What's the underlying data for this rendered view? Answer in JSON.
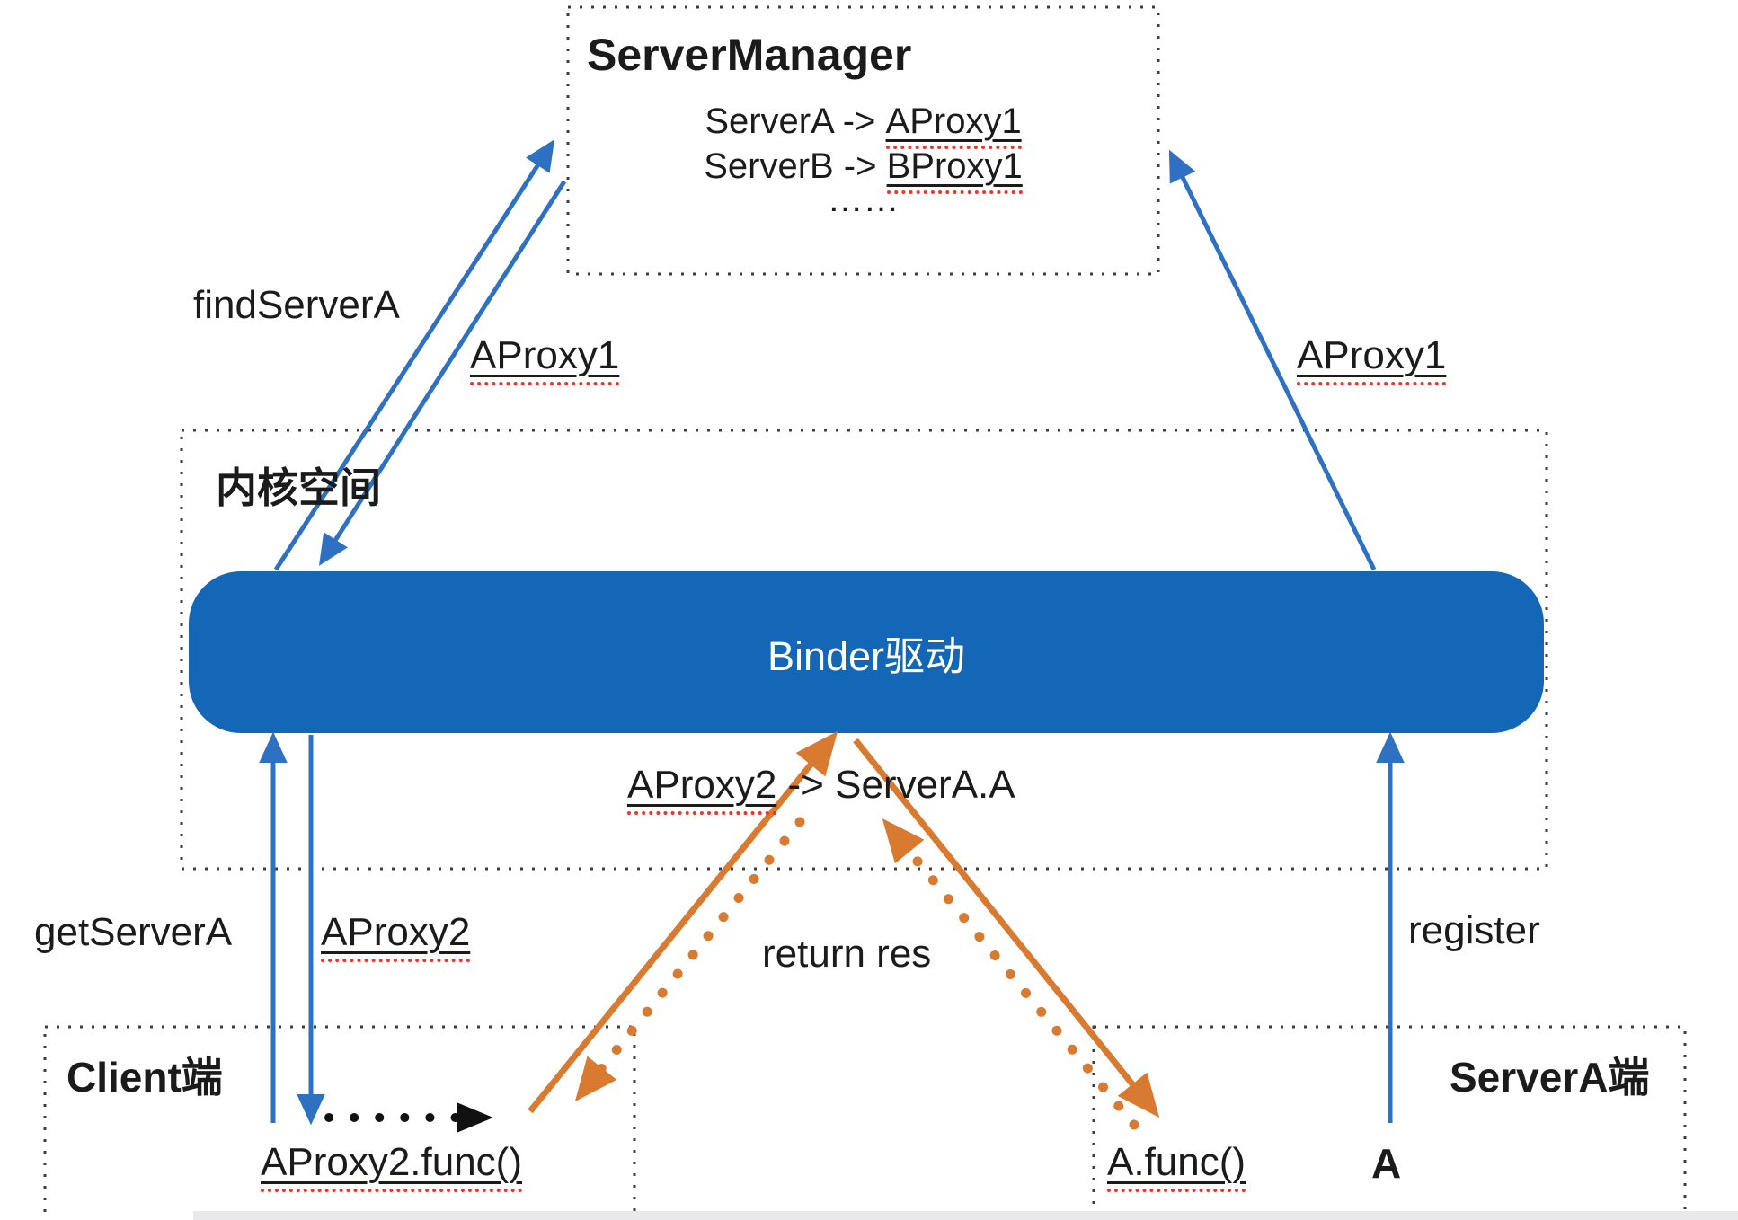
{
  "colors": {
    "binder_fill": "#1467b6",
    "binder_text": "#ffffff",
    "arrow_blue": "#2e71c3",
    "arrow_orange": "#d97a31",
    "underline_red": "#f53126",
    "ink": "#1b1b1b",
    "box_dot": "#3d3d3d",
    "bottom_strip": "#e9e9ec"
  },
  "server_manager": {
    "title": "ServerManager",
    "rows": [
      {
        "from": "ServerA -> ",
        "proxy": "AProxy1"
      },
      {
        "from": "ServerB -> ",
        "proxy": "BProxy1"
      }
    ],
    "more": "……"
  },
  "kernel": {
    "title": "内核空间",
    "binder": "Binder驱动",
    "map_proxy": "AProxy2",
    "map_rest": " -> ServerA.A"
  },
  "client": {
    "title": "Client端",
    "call": "AProxy2.func()"
  },
  "server_a": {
    "title": "ServerA端",
    "func": "A.func()",
    "obj": "A"
  },
  "labels": {
    "find_server": "findServerA",
    "aproxy1_left": "AProxy1",
    "aproxy1_right": "AProxy1",
    "get_server": "getServerA",
    "aproxy2": "AProxy2",
    "register": "register",
    "return_res": "return res"
  }
}
